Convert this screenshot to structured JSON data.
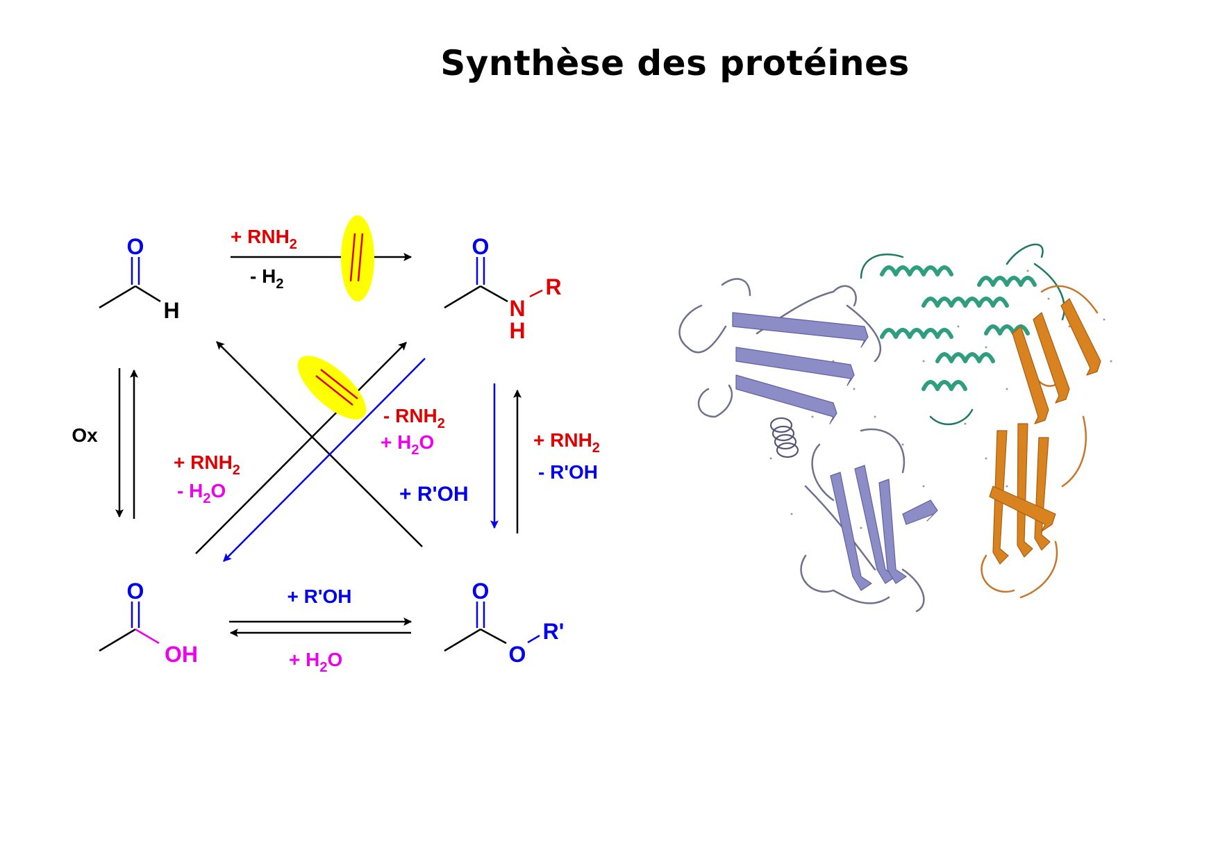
{
  "title": "Synthèse des protéines",
  "colors": {
    "black": "#000000",
    "blue": "#0000ee",
    "red": "#e00000",
    "magenta": "#ee00ee",
    "highlight": "#ffff00",
    "protein_purple": "#8c8cc6",
    "protein_green": "#2e9e7e",
    "protein_orange": "#d98220"
  },
  "labels": {
    "O": "O",
    "H": "H",
    "N": "N",
    "R": "R",
    "R_prime": "R'",
    "OH": "OH",
    "rnh2_plus": "+ RNH",
    "rnh2_minus": "- RNH",
    "sub2": "2",
    "h2_minus": "- H",
    "h2o_plus": "+ H",
    "h2o_minus": "- H",
    "o_tail": "O",
    "ox": "Ox",
    "rpoh_plus": "+ R'OH",
    "rpoh_minus": "- R'OH"
  }
}
